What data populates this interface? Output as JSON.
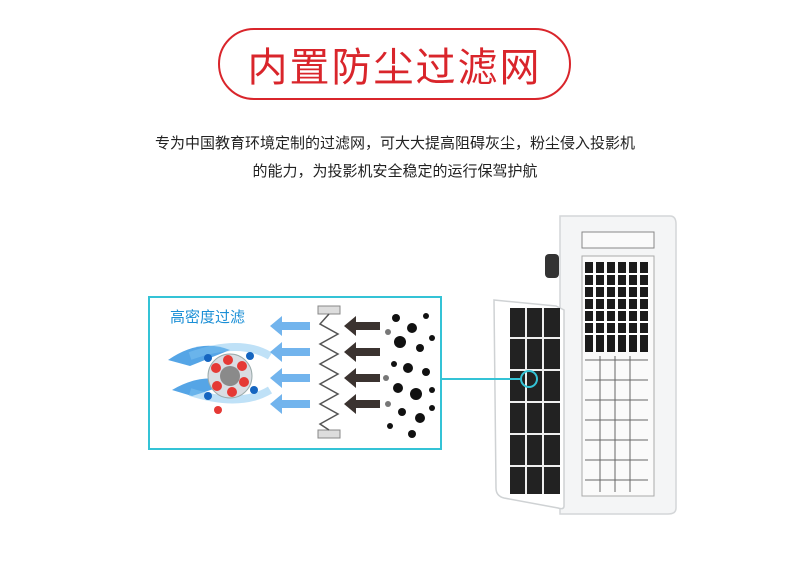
{
  "header": {
    "title": "内置防尘过滤网"
  },
  "description": {
    "line1": "专为中国教育环境定制的过滤网，可大大提高阻碍灰尘，粉尘侵入投影机",
    "line2": "的能力，为投影机安全稳定的运行保驾护航"
  },
  "callout": {
    "label": "高密度过滤"
  },
  "colors": {
    "accent_red": "#d9252b",
    "callout_border": "#34c3d6",
    "label_blue": "#1b8fd6"
  }
}
